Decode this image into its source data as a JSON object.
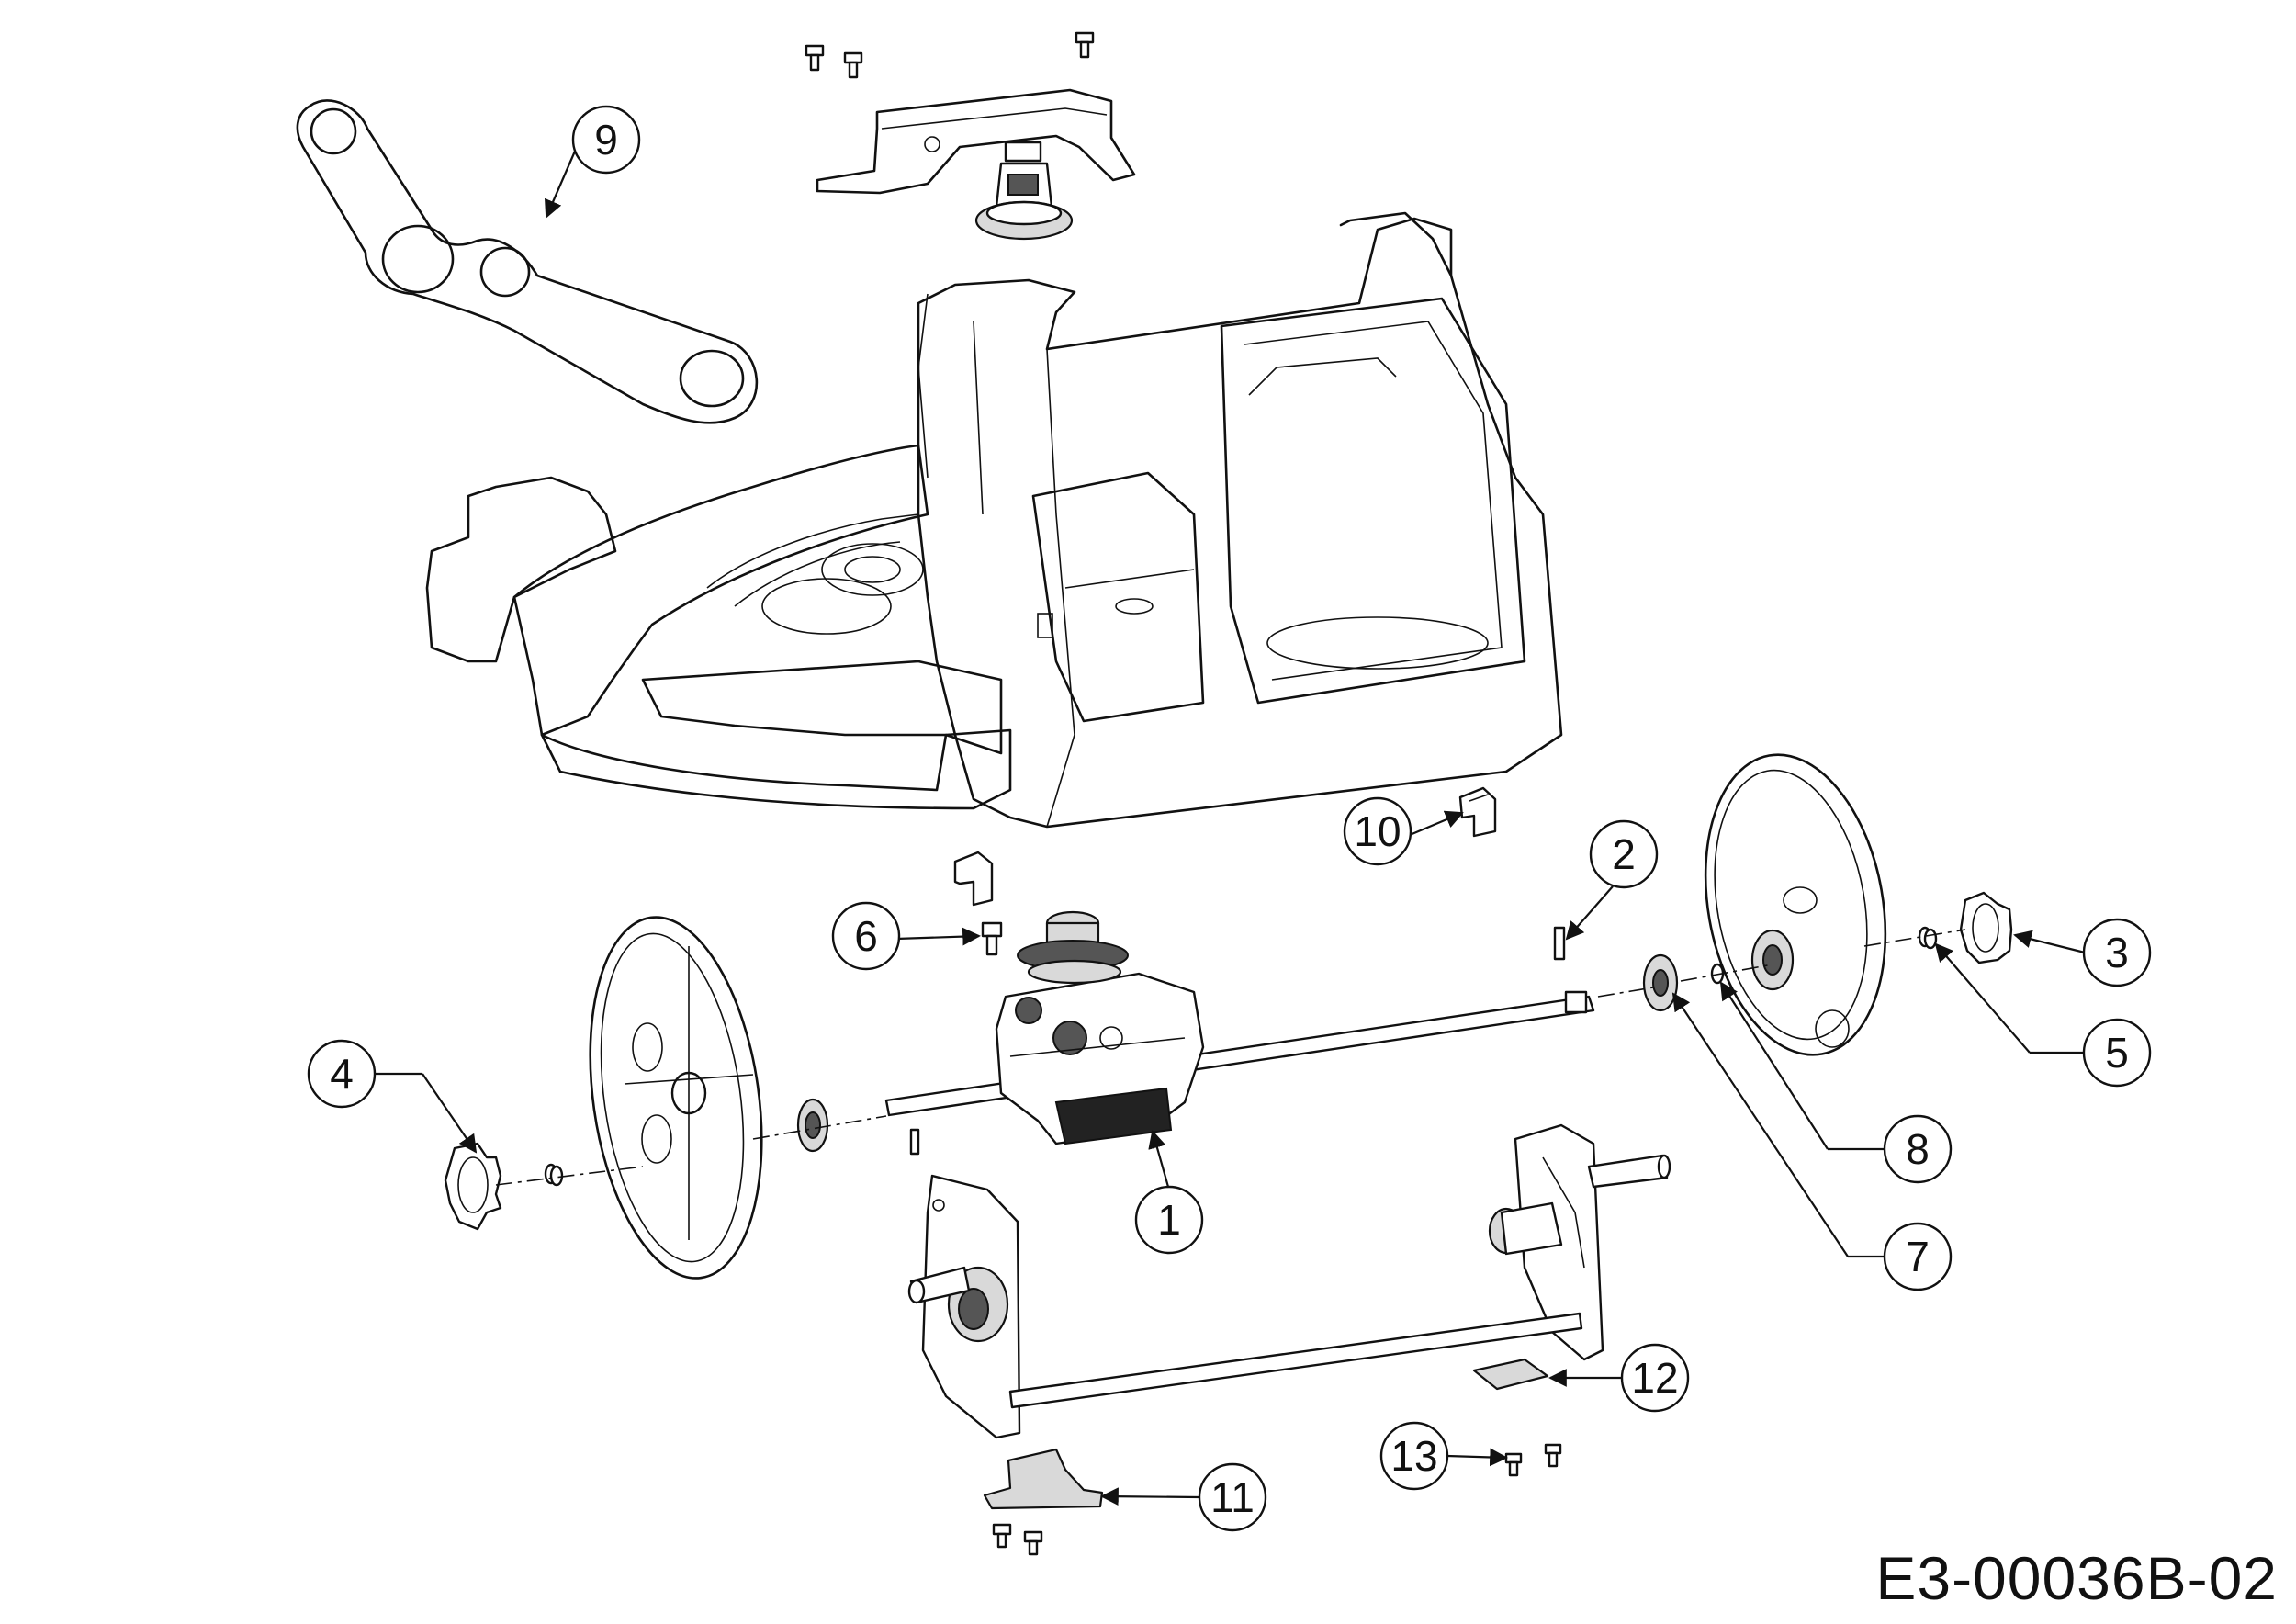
{
  "drawing_code": "E3-00036B-02",
  "callouts": [
    {
      "id": "1",
      "label": "1"
    },
    {
      "id": "2",
      "label": "2"
    },
    {
      "id": "3",
      "label": "3"
    },
    {
      "id": "4",
      "label": "4"
    },
    {
      "id": "5",
      "label": "5"
    },
    {
      "id": "6",
      "label": "6"
    },
    {
      "id": "7",
      "label": "7"
    },
    {
      "id": "8",
      "label": "8"
    },
    {
      "id": "9",
      "label": "9"
    },
    {
      "id": "10",
      "label": "10"
    },
    {
      "id": "11",
      "label": "11"
    },
    {
      "id": "12",
      "label": "12"
    },
    {
      "id": "13",
      "label": "13"
    }
  ]
}
